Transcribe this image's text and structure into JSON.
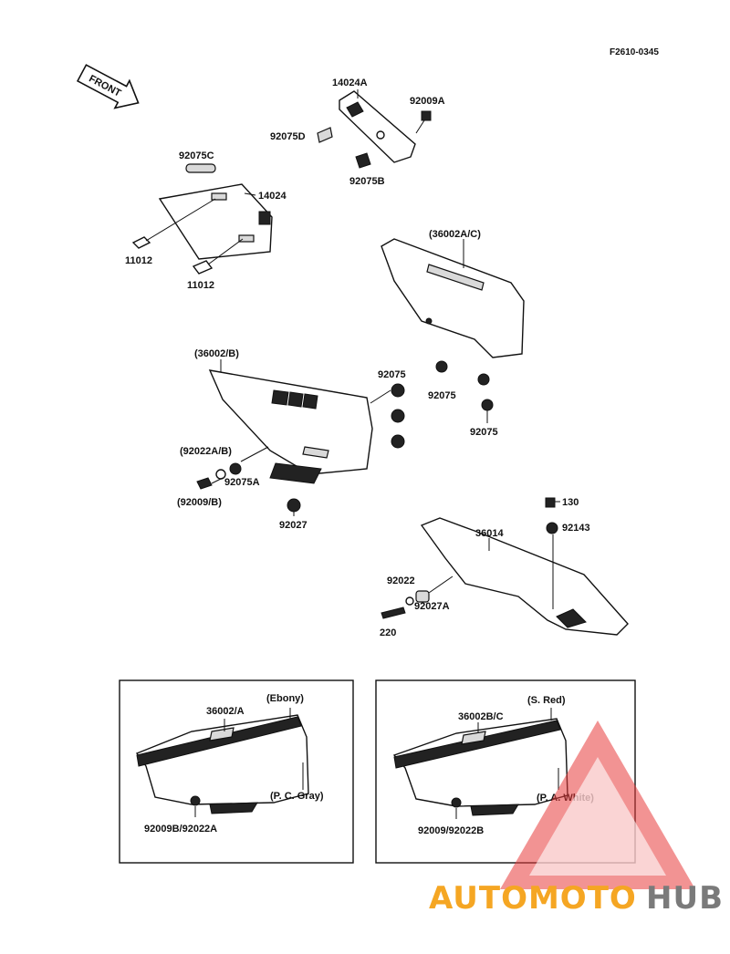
{
  "figure_code": "F2610-0345",
  "front_arrow": "FRONT",
  "labels": {
    "p14024A": "14024A",
    "p92009A": "92009A",
    "p92075D": "92075D",
    "p92075B": "92075B",
    "p92075C": "92075C",
    "p14024": "14024",
    "p11012a": "11012",
    "p11012b": "11012",
    "p36002AC": "(36002A/C)",
    "p36002B": "(36002/B)",
    "p92075a": "92075",
    "p92075b": "92075",
    "p92075c": "92075",
    "p92022AB": "(92022A/B)",
    "p92075A": "92075A",
    "p92009B": "(92009/B)",
    "p92027": "92027",
    "p130": "130",
    "p92143": "92143",
    "p36014": "36014",
    "p92022": "92022",
    "p92027A": "92027A",
    "p220": "220"
  },
  "inset_left": {
    "part": "36002/A",
    "color_top": "(Ebony)",
    "color_bottom": "(P. C. Gray)",
    "fasteners": "92009B/92022A"
  },
  "inset_right": {
    "part": "36002B/C",
    "color_top": "(S. Red)",
    "color_bottom": "(P. A. White)",
    "fasteners": "92009/92022B"
  },
  "watermark": {
    "text_a": "AUTOMOTO",
    "text_b": "HUB",
    "color_a": "#f5a623",
    "color_b": "#7a7a7a",
    "triangle_color": "#e83a3a"
  }
}
